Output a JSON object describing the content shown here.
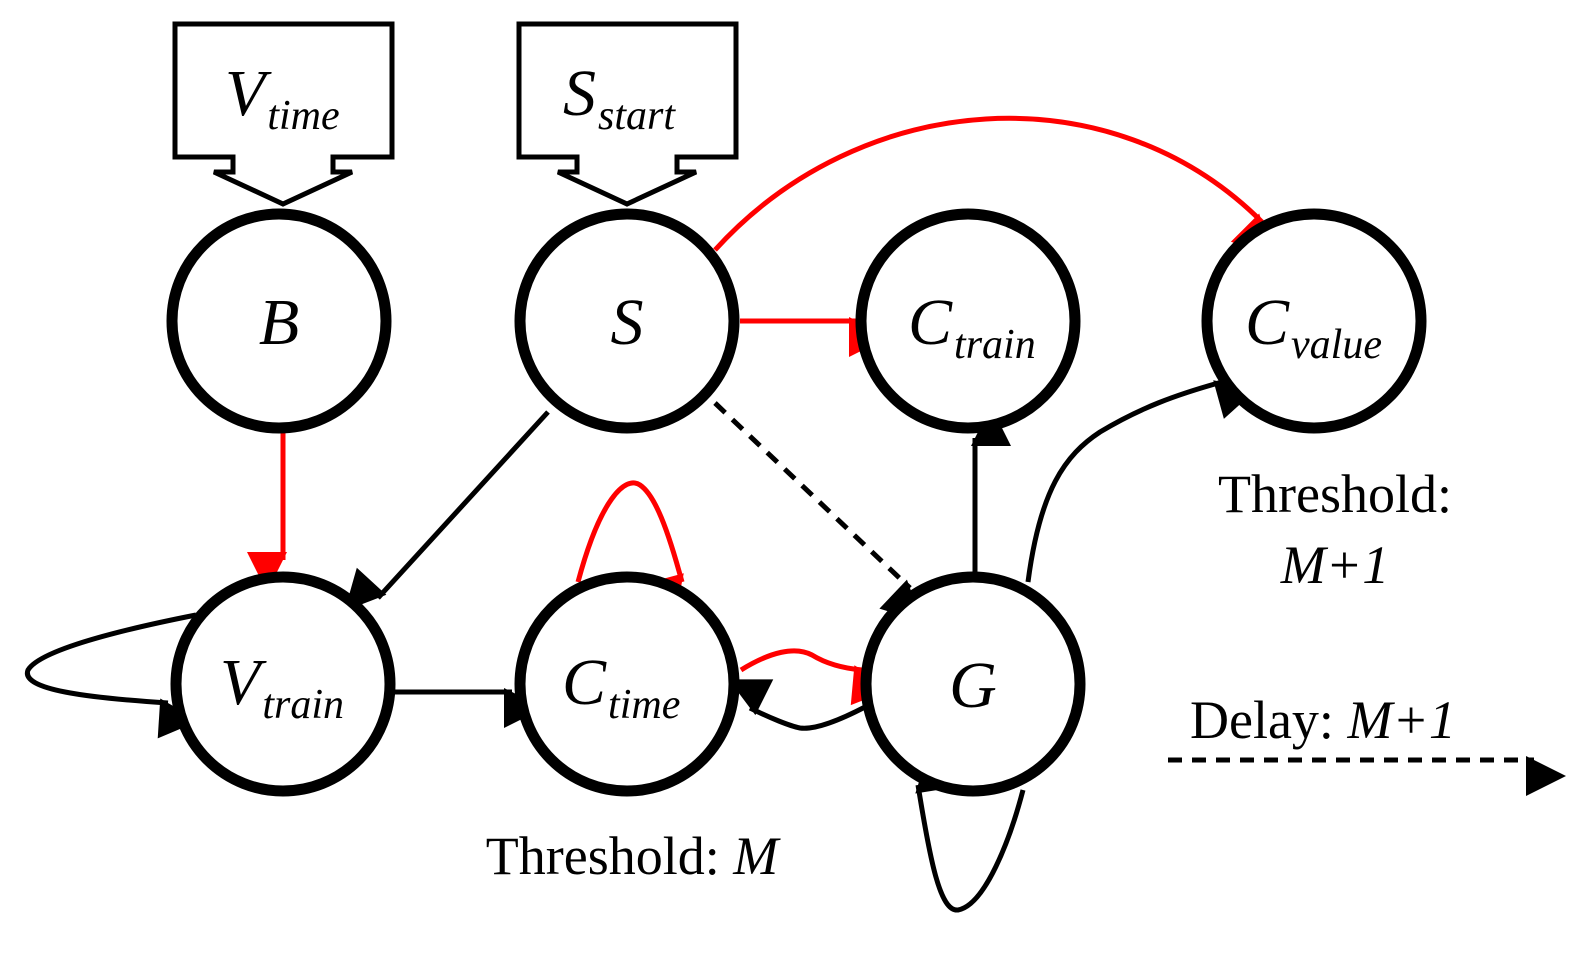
{
  "inputs": {
    "v_time": {
      "main": "V",
      "sub": "time"
    },
    "s_start": {
      "main": "S",
      "sub": "start"
    }
  },
  "nodes": {
    "b": {
      "main": "B",
      "sub": ""
    },
    "s": {
      "main": "S",
      "sub": ""
    },
    "c_train": {
      "main": "C",
      "sub": "train"
    },
    "c_value": {
      "main": "C",
      "sub": "value"
    },
    "v_train": {
      "main": "V",
      "sub": "train"
    },
    "c_time": {
      "main": "C",
      "sub": "time"
    },
    "g": {
      "main": "G",
      "sub": ""
    }
  },
  "annotations": {
    "threshold_value": {
      "line1": "Threshold:",
      "line2": "M+1"
    },
    "threshold_time": {
      "label": "Threshold: ",
      "value": "M"
    },
    "delay_legend": {
      "label": "Delay: ",
      "value": "M+1"
    }
  },
  "colors": {
    "activating_edge": "#ff0000",
    "normal_edge": "#000000"
  }
}
